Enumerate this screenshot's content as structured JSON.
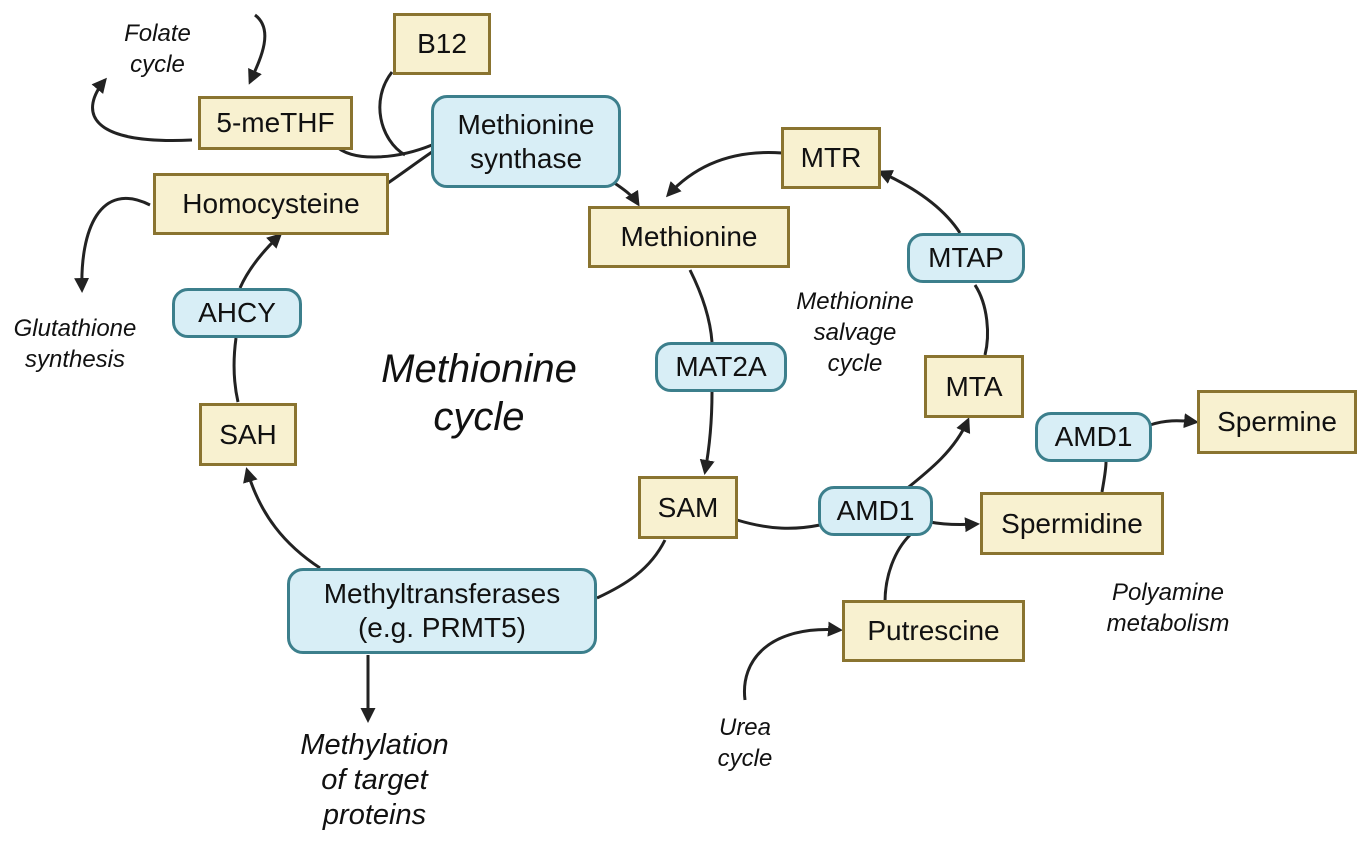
{
  "metabolites": {
    "b12": "B12",
    "five_methf": "5-meTHF",
    "homocysteine": "Homocysteine",
    "methionine": "Methionine",
    "mtr": "MTR",
    "mta": "MTA",
    "sah": "SAH",
    "sam": "SAM",
    "spermidine": "Spermidine",
    "spermine": "Spermine",
    "putrescine": "Putrescine"
  },
  "enzymes": {
    "methionine_synthase": "Methionine\nsynthase",
    "ahcy": "AHCY",
    "mat2a": "MAT2A",
    "mtap": "MTAP",
    "amd1_main": "AMD1",
    "amd1_polyamine": "AMD1",
    "methyltransferases": "Methyltransferases\n(e.g. PRMT5)"
  },
  "labels": {
    "folate_cycle": "Folate\ncycle",
    "glutathione_synthesis": "Glutathione\nsynthesis",
    "methionine_cycle": "Methionine\ncycle",
    "methionine_salvage_cycle": "Methionine\nsalvage\ncycle",
    "polyamine_metabolism": "Polyamine\nmetabolism",
    "urea_cycle": "Urea\ncycle",
    "methylation_of_target_proteins": "Methylation\nof target\nproteins"
  },
  "colors": {
    "metabolite_fill": "#f8f1d0",
    "metabolite_border": "#8a7430",
    "enzyme_fill": "#d8eef6",
    "enzyme_border": "#3c7f8c",
    "arrow": "#222222"
  }
}
